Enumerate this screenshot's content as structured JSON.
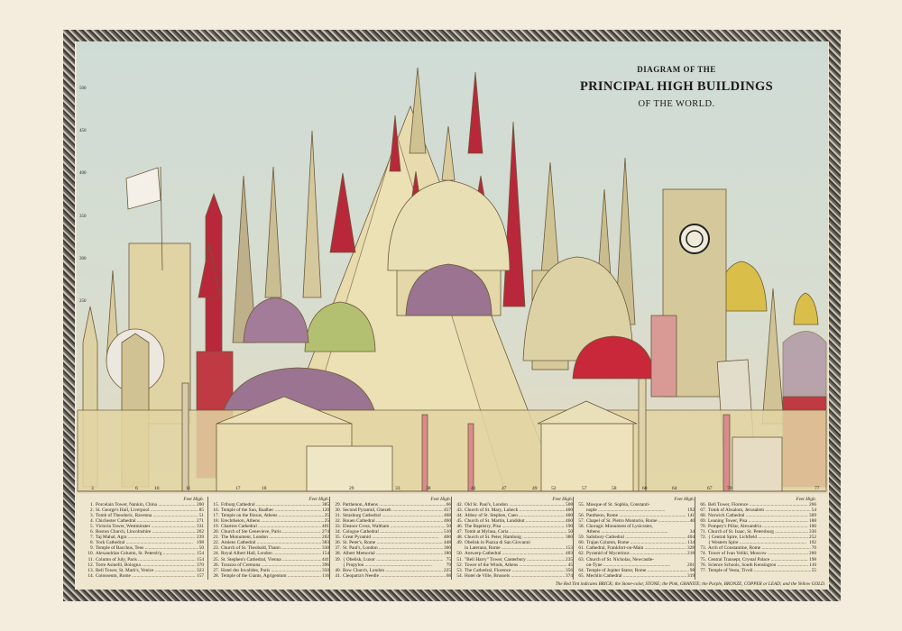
{
  "title": {
    "line1": "DIAGRAM OF THE",
    "line2": "PRINCIPAL HIGH BUILDINGS",
    "line3": "OF THE WORLD."
  },
  "scale_labels": [
    "500",
    "450",
    "400",
    "350",
    "300",
    "250"
  ],
  "building_numbers": [
    "3",
    "6",
    "10",
    "11",
    "17",
    "18",
    "29",
    "33",
    "38",
    "41",
    "47",
    "49",
    "52",
    "57",
    "58",
    "60",
    "64",
    "67",
    "70",
    "77"
  ],
  "legend": {
    "feet_high_label": "Feet High.",
    "columns": [
      [
        {
          "num": "1.",
          "name": "Porcelain Tower, Nankin, China",
          "ft": "200"
        },
        {
          "num": "2.",
          "name": "St. George's Hall, Liverpool",
          "ft": "85"
        },
        {
          "num": "3.",
          "name": "Tomb of Theodoric, Ravenna",
          "ft": "51"
        },
        {
          "num": "4.",
          "name": "Chichester Cathedral",
          "ft": "271"
        },
        {
          "num": "5.",
          "name": "Victoria Tower, Westminster",
          "ft": "331"
        },
        {
          "num": "6.",
          "name": "Boston Church, Lincolnshire",
          "ft": "262"
        },
        {
          "num": "7.",
          "name": "Taj Mahal, Agra",
          "ft": "239"
        },
        {
          "num": "8.",
          "name": "York Cathedral",
          "ft": "198"
        },
        {
          "num": "9.",
          "name": "Temple of Bacchus, Teos",
          "ft": "50"
        },
        {
          "num": "10.",
          "name": "Alexandrian Column, St. Petersb'g",
          "ft": "154"
        },
        {
          "num": "11.",
          "name": "Column of July, Paris",
          "ft": "154"
        },
        {
          "num": "12.",
          "name": "Torre Asinelli, Bologna",
          "ft": "370"
        },
        {
          "num": "13.",
          "name": "Bell Tower, St. Mark's, Venice",
          "ft": "323"
        },
        {
          "num": "14.",
          "name": "Colosseum, Rome",
          "ft": "157"
        }
      ],
      [
        {
          "num": "15.",
          "name": "Friburg Cathedral",
          "ft": "385"
        },
        {
          "num": "16.",
          "name": "Temple of the Sun, Baalbec",
          "ft": "120"
        },
        {
          "num": "17.",
          "name": "Temple on the Ilissus, Athens",
          "ft": "25"
        },
        {
          "num": "18.",
          "name": "Erechtheion, Athens",
          "ft": "25"
        },
        {
          "num": "19.",
          "name": "Chartres Cathedral",
          "ft": "401"
        },
        {
          "num": "20.",
          "name": "Church of Ste Genevieve, Paris",
          "ft": "274"
        },
        {
          "num": "21.",
          "name": "The Monument, London",
          "ft": "202"
        },
        {
          "num": "22.",
          "name": "Amiens Cathedral",
          "ft": "383"
        },
        {
          "num": "23.",
          "name": "Church of St. Theobald, Thann",
          "ft": "330"
        },
        {
          "num": "24.",
          "name": "Royal Albert Hall, London",
          "ft": "154"
        },
        {
          "num": "25.",
          "name": "St. Stephen's Cathedral, Vienna",
          "ft": "441"
        },
        {
          "num": "26.",
          "name": "Torazzo of Cremona",
          "ft": "396"
        },
        {
          "num": "27.",
          "name": "Hotel des Invalides, Paris",
          "ft": "350"
        },
        {
          "num": "28.",
          "name": "Temple of the Giants, Agrigentum",
          "ft": "116"
        }
      ],
      [
        {
          "num": "29.",
          "name": "Parthenon, Athens",
          "ft": "66"
        },
        {
          "num": "30.",
          "name": "Second Pyramid, Ghezeh",
          "ft": "457"
        },
        {
          "num": "31.",
          "name": "Strasburg Cathedral",
          "ft": "468"
        },
        {
          "num": "32.",
          "name": "Rouen Cathedral",
          "ft": "460"
        },
        {
          "num": "33.",
          "name": "Eleanor Cross, Waltham",
          "ft": "50"
        },
        {
          "num": "34.",
          "name": "Cologne Cathedral",
          "ft": "510"
        },
        {
          "num": "35.",
          "name": "Great Pyramid",
          "ft": "460"
        },
        {
          "num": "36.",
          "name": "St. Peter's, Rome",
          "ft": "448"
        },
        {
          "num": "37.",
          "name": "St. Paul's, London",
          "ft": "360"
        },
        {
          "num": "38.",
          "name": "Albert Memorial",
          "ft": "180"
        },
        {
          "num": "39.",
          "name": "{ Obelisk, Luxor",
          "ft": "75"
        },
        {
          "num": "",
          "name": "{ Propylon",
          "ft": "79",
          "cont": true
        },
        {
          "num": "40.",
          "name": "Bow Church, London",
          "ft": "225"
        },
        {
          "num": "41.",
          "name": "Cleopatra's Needle",
          "ft": "68"
        }
      ],
      [
        {
          "num": "42.",
          "name": "Old St. Paul's, London",
          "ft": "508"
        },
        {
          "num": "43.",
          "name": "Church of St. Mary, Lubeck",
          "ft": "400"
        },
        {
          "num": "44.",
          "name": "Abbey of St. Stephen, Caen",
          "ft": "400"
        },
        {
          "num": "45.",
          "name": "Church of St. Martin, Landshut",
          "ft": "460"
        },
        {
          "num": "46.",
          "name": "The Baptistry, Pisa",
          "ft": "190"
        },
        {
          "num": "47.",
          "name": "Tomb at Mylasa, Caria",
          "ft": "50"
        },
        {
          "num": "48.",
          "name": "Church of St. Peter, Hamburg",
          "ft": "380"
        },
        {
          "num": "49.",
          "name": "Obelisk in Piazza di San Giovanni",
          "ft": "",
          "cont": true
        },
        {
          "num": "",
          "name": "in Laterano, Rome",
          "ft": "153",
          "cont": true
        },
        {
          "num": "50.",
          "name": "Antwerp Cathedral",
          "ft": "403"
        },
        {
          "num": "51.",
          "name": "\"Bell Harry\" Tower, Canterbury",
          "ft": "235"
        },
        {
          "num": "52.",
          "name": "Tower of the Winds, Athens",
          "ft": "45"
        },
        {
          "num": "53.",
          "name": "The Cathedral, Florence",
          "ft": "356"
        },
        {
          "num": "54.",
          "name": "Hotel de Ville, Brussels",
          "ft": "374"
        }
      ],
      [
        {
          "num": "55.",
          "name": "Mosque of St. Sophia, Constanti-",
          "ft": "",
          "cont": true
        },
        {
          "num": "",
          "name": "nople",
          "ft": "192",
          "cont": true
        },
        {
          "num": "56.",
          "name": "Pantheon, Rome",
          "ft": "141"
        },
        {
          "num": "57.",
          "name": "Chapel of St. Pietro Montorio, Rome",
          "ft": "40"
        },
        {
          "num": "58.",
          "name": "Choragic Monument of Lysicrates,",
          "ft": "",
          "cont": true
        },
        {
          "num": "",
          "name": "Athens",
          "ft": "34",
          "cont": true
        },
        {
          "num": "59.",
          "name": "Salisbury Cathedral",
          "ft": "404"
        },
        {
          "num": "60.",
          "name": "Trajan Column, Rome",
          "ft": "134"
        },
        {
          "num": "61.",
          "name": "Cathedral, Frankfort-on-Main",
          "ft": "328"
        },
        {
          "num": "62.",
          "name": "Pyramid of Mycerinus",
          "ft": "218"
        },
        {
          "num": "63.",
          "name": "Church of St. Nicholas, Newcastle-",
          "ft": "",
          "cont": true
        },
        {
          "num": "",
          "name": "on-Tyne",
          "ft": "201",
          "cont": true
        },
        {
          "num": "64.",
          "name": "Temple of Jupiter Stator, Rome",
          "ft": "98"
        },
        {
          "num": "65.",
          "name": "Mechlin Cathedral",
          "ft": "319"
        }
      ],
      [
        {
          "num": "66.",
          "name": "Bell Tower, Florence",
          "ft": "266"
        },
        {
          "num": "67.",
          "name": "Tomb of Absalom, Jerusalem",
          "ft": "54"
        },
        {
          "num": "68.",
          "name": "Norwich Cathedral",
          "ft": "309"
        },
        {
          "num": "69.",
          "name": "Leaning Tower, Pisa",
          "ft": "188"
        },
        {
          "num": "70.",
          "name": "Pompey's Pillar, Alexandria",
          "ft": "100"
        },
        {
          "num": "71.",
          "name": "Church of St. Isaac, St. Petersburg",
          "ft": "336"
        },
        {
          "num": "72.",
          "name": "{ Central Spire, Lichfield",
          "ft": "252"
        },
        {
          "num": "",
          "name": "{ Western Spire",
          "ft": "192",
          "cont": true
        },
        {
          "num": "73.",
          "name": "Arch of Constantine, Rome",
          "ft": "70"
        },
        {
          "num": "74.",
          "name": "Tower of Ivan Veliki, Moscow",
          "ft": "260"
        },
        {
          "num": "75.",
          "name": "Central Transept, Crystal Palace",
          "ft": "198"
        },
        {
          "num": "76.",
          "name": "Science Schools, South Kensington",
          "ft": "110"
        },
        {
          "num": "77.",
          "name": "Temple of Vesta, Tivoli",
          "ft": "55"
        }
      ]
    ]
  },
  "footer_note": "The Red Tint indicates BRICK; the Stone-color, STONE; the Pink, GRANITE; the Purple, BRONZE, COPPER or LEAD; and the Yellow GOLD.",
  "colors": {
    "brick": "#b8283a",
    "stone": "#e3d6a3",
    "granite": "#d98c8c",
    "bronze": "#9a7490",
    "gold": "#d9bf4a",
    "sky": "#cfdcd6"
  }
}
